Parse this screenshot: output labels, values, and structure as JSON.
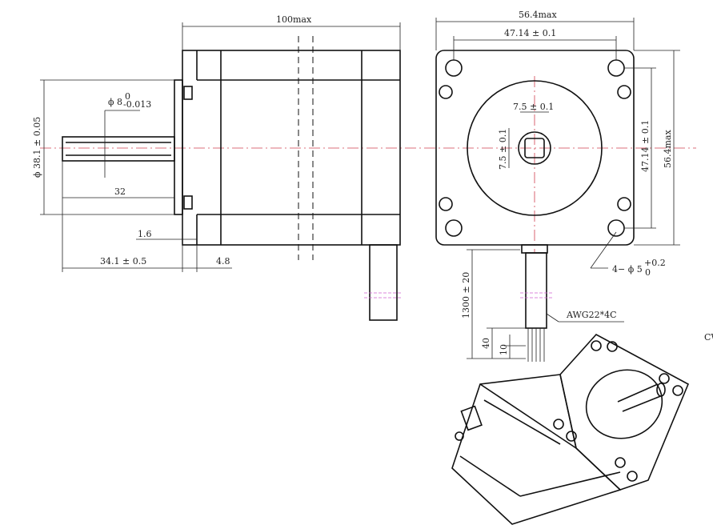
{
  "side_view": {
    "length": "100max",
    "flange_dia": "ϕ 38.1 ± 0.05",
    "shaft_dia": "ϕ 8",
    "shaft_tol_upper": "0",
    "shaft_tol_lower": "-0.013",
    "shaft_length": "32",
    "flange_thickness": "1.6",
    "shaft_extension": "34.1 ± 0.5",
    "boss_depth": "4.8"
  },
  "front_view": {
    "overall_width": "56.4max",
    "hole_spacing_h": "47.14 ± 0.1",
    "hole_spacing_v": "47.14 ± 0.1",
    "overall_height": "56.4max",
    "flat_h": "7.5 ± 0.1",
    "flat_v": "7.5 ± 0.1",
    "holes_prefix": "4− ϕ 5",
    "holes_tol_upper": "+0.2",
    "holes_tol_lower": "0"
  },
  "cable": {
    "length": "1300 ± 20",
    "strip_40": "40",
    "strip_10": "10",
    "spec": "AWG22*4C"
  },
  "edge_label": "CW"
}
